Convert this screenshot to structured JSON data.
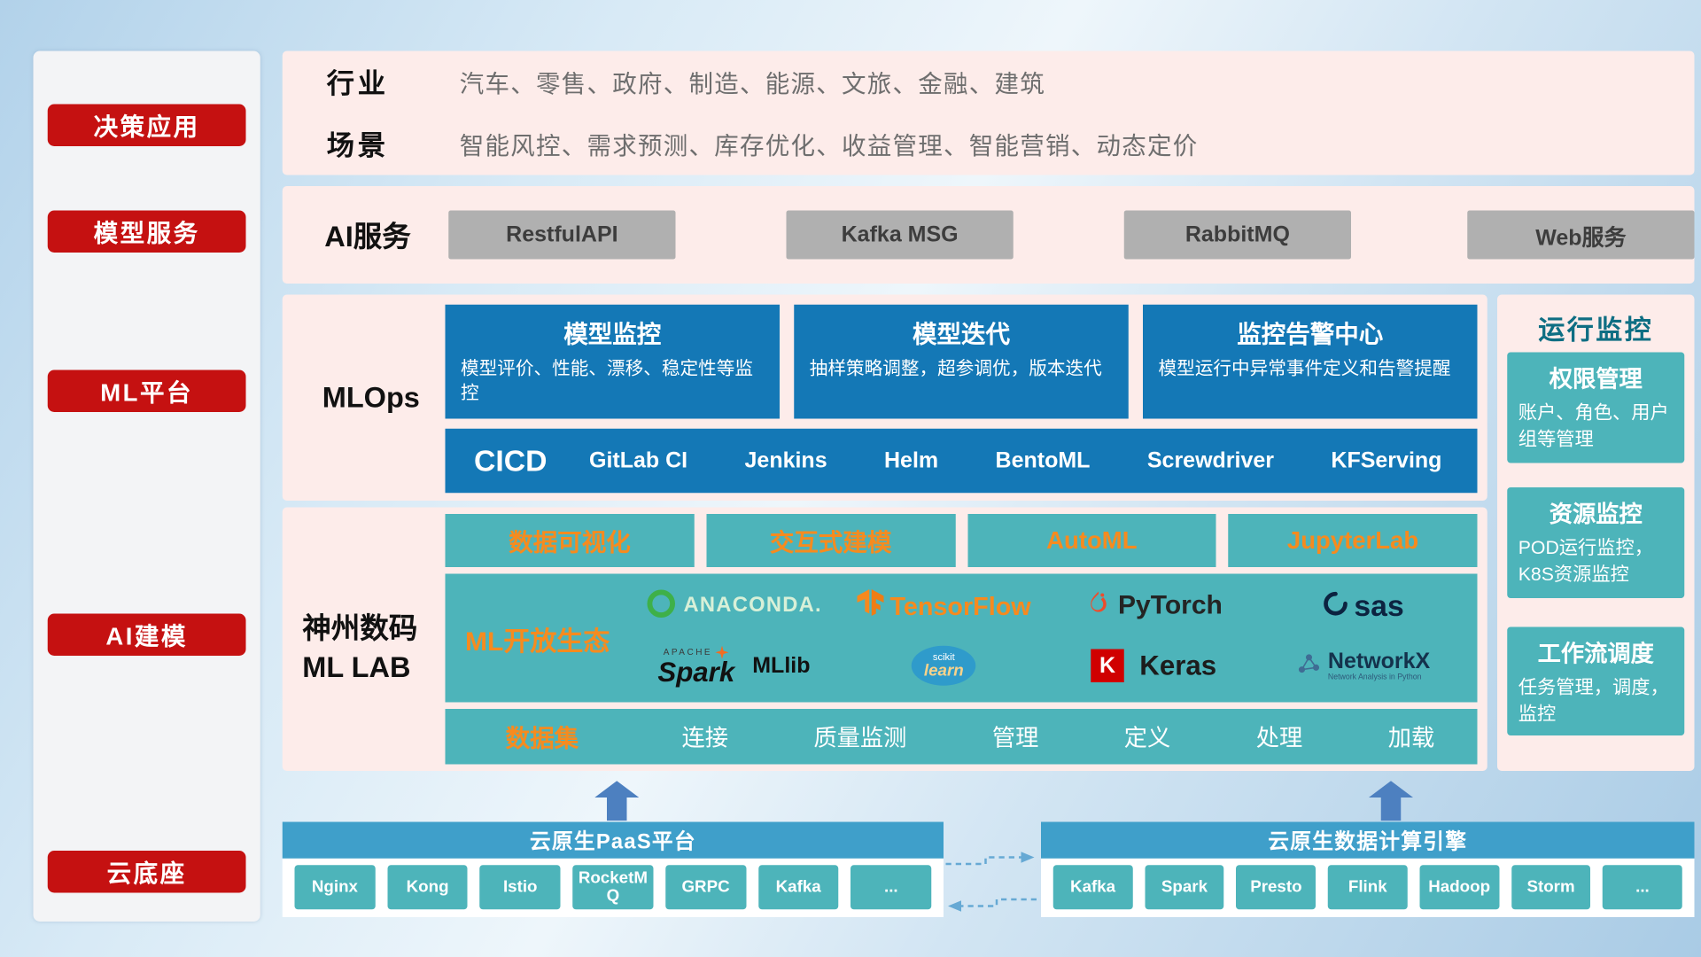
{
  "colors": {
    "accent_red": "#c51111",
    "panel_pink": "#fdecea",
    "deep_blue": "#1478b6",
    "teal": "#4db4ba",
    "orange": "#f68b1f",
    "header_blue": "#3f9fca",
    "gray_button": "#b0b0b0",
    "arrow_blue": "#4d80c0"
  },
  "sidebar": {
    "items": [
      "决策应用",
      "模型服务",
      "ML平台",
      "AI建模",
      "云底座"
    ]
  },
  "industry": {
    "rows": [
      {
        "label": "行业",
        "text": "汽车、零售、政府、制造、能源、文旅、金融、建筑"
      },
      {
        "label": "场景",
        "text": "智能风控、需求预测、库存优化、收益管理、智能营销、动态定价"
      }
    ]
  },
  "ai_service": {
    "label": "AI服务",
    "buttons": [
      "RestfulAPI",
      "Kafka MSG",
      "RabbitMQ",
      "Web服务"
    ]
  },
  "mlops": {
    "label": "MLOps",
    "cards": [
      {
        "title": "模型监控",
        "desc": "模型评价、性能、漂移、稳定性等监控"
      },
      {
        "title": "模型迭代",
        "desc": "抽样策略调整，超参调优，版本迭代"
      },
      {
        "title": "监控告警中心",
        "desc": "模型运行中异常事件定义和告警提醒"
      }
    ],
    "cicd": {
      "title": "CICD",
      "items": [
        "GitLab CI",
        "Jenkins",
        "Helm",
        "BentoML",
        "Screwdriver",
        "KFServing"
      ]
    }
  },
  "mllab": {
    "label_line1": "神州数码",
    "label_line2": "ML LAB",
    "top_buttons": [
      "数据可视化",
      "交互式建模",
      "AutoML",
      "JupyterLab"
    ],
    "ecosystem": {
      "label": "ML开放生态",
      "logos": {
        "anaconda": "ANACONDA.",
        "tensorflow": "TensorFlow",
        "pytorch": "PyTorch",
        "sas": "sas",
        "spark_apache": "APACHE",
        "spark": "Spark",
        "mllib": "MLlib",
        "scikit_top": "scikit",
        "scikit_learn": "learn",
        "keras_k": "K",
        "keras": "Keras",
        "networkx": "NetworkX",
        "networkx_sub": "Network Analysis in Python"
      }
    },
    "dataset": {
      "label": "数据集",
      "items": [
        "连接",
        "质量监测",
        "管理",
        "定义",
        "处理",
        "加载"
      ]
    }
  },
  "monitoring": {
    "title": "运行监控",
    "cards": [
      {
        "title": "权限管理",
        "desc": "账户、角色、用户组等管理"
      },
      {
        "title": "资源监控",
        "desc": "POD运行监控，K8S资源监控"
      },
      {
        "title": "工作流调度",
        "desc": "任务管理，调度，监控"
      }
    ]
  },
  "foundation": {
    "paas": {
      "title": "云原生PaaS平台",
      "items": [
        "Nginx",
        "Kong",
        "Istio",
        "RocketMQ",
        "GRPC",
        "Kafka",
        "..."
      ]
    },
    "engine": {
      "title": "云原生数据计算引擎",
      "items": [
        "Kafka",
        "Spark",
        "Presto",
        "Flink",
        "Hadoop",
        "Storm",
        "..."
      ]
    }
  }
}
